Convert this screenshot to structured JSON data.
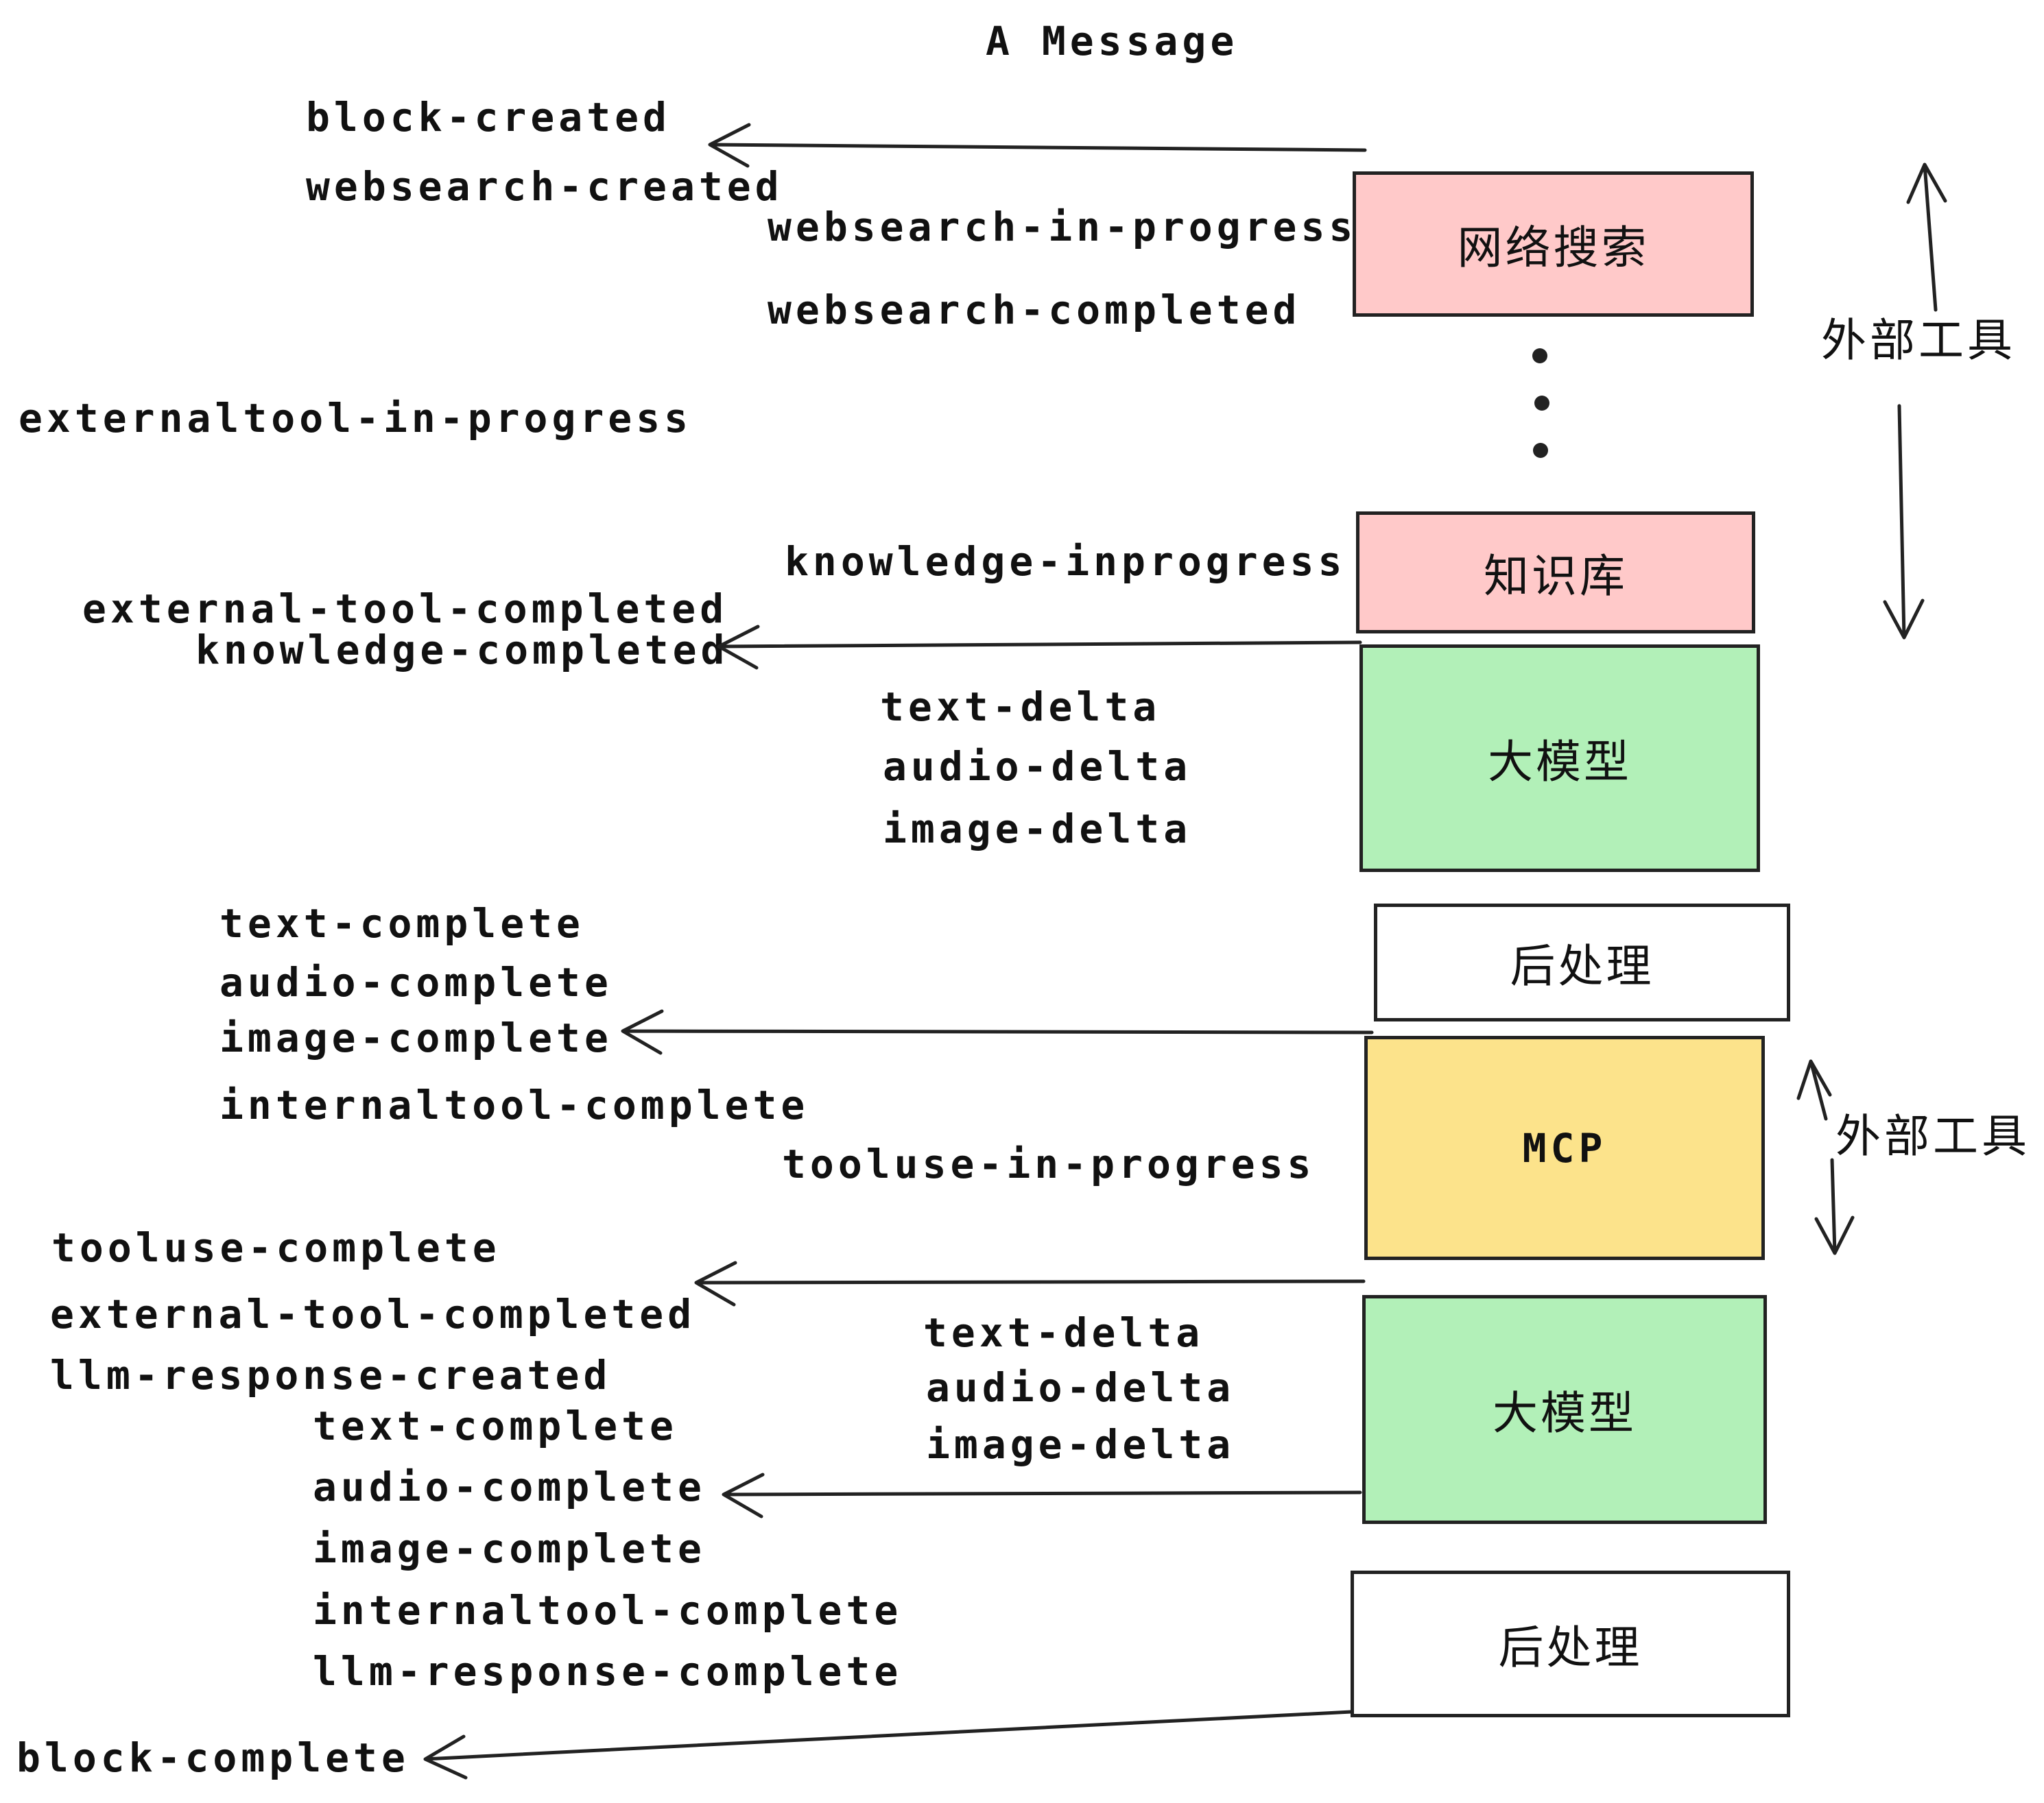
{
  "title": "A Message",
  "events": {
    "block_created": "block-created",
    "websearch_created": "websearch-created",
    "websearch_in_progress": "websearch-in-progress",
    "websearch_completed": "websearch-completed",
    "externaltool_in_progress": "externaltool-in-progress",
    "knowledge_inprogress": "knowledge-inprogress",
    "external_tool_completed_1": "external-tool-completed",
    "knowledge_completed": "knowledge-completed",
    "text_delta_1": "text-delta",
    "audio_delta_1": "audio-delta",
    "image_delta_1": "image-delta",
    "text_complete_1": "text-complete",
    "audio_complete_1": "audio-complete",
    "image_complete_1": "image-complete",
    "internaltool_complete_1": "internaltool-complete",
    "tooluse_in_progress": "tooluse-in-progress",
    "tooluse_complete": "tooluse-complete",
    "external_tool_completed_2": "external-tool-completed",
    "llm_response_created": "llm-response-created",
    "text_delta_2": "text-delta",
    "audio_delta_2": "audio-delta",
    "image_delta_2": "image-delta",
    "text_complete_2": "text-complete",
    "audio_complete_2": "audio-complete",
    "image_complete_2": "image-complete",
    "internaltool_complete_2": "internaltool-complete",
    "llm_response_complete": "llm-response-complete",
    "block_complete": "block-complete"
  },
  "nodes": {
    "web_search": "网络搜索",
    "knowledge_base": "知识库",
    "llm_1": "大模型",
    "post_process_1": "后处理",
    "mcp": "MCP",
    "llm_2": "大模型",
    "post_process_2": "后处理"
  },
  "annotations": {
    "external_tools_1": "外部工具",
    "external_tools_2": "外部工具"
  },
  "colors": {
    "pink": "#ffc9c9",
    "green": "#b2f0b8",
    "yellow": "#fce38b",
    "line": "#222222",
    "text": "#111111",
    "background": "#ffffff"
  }
}
